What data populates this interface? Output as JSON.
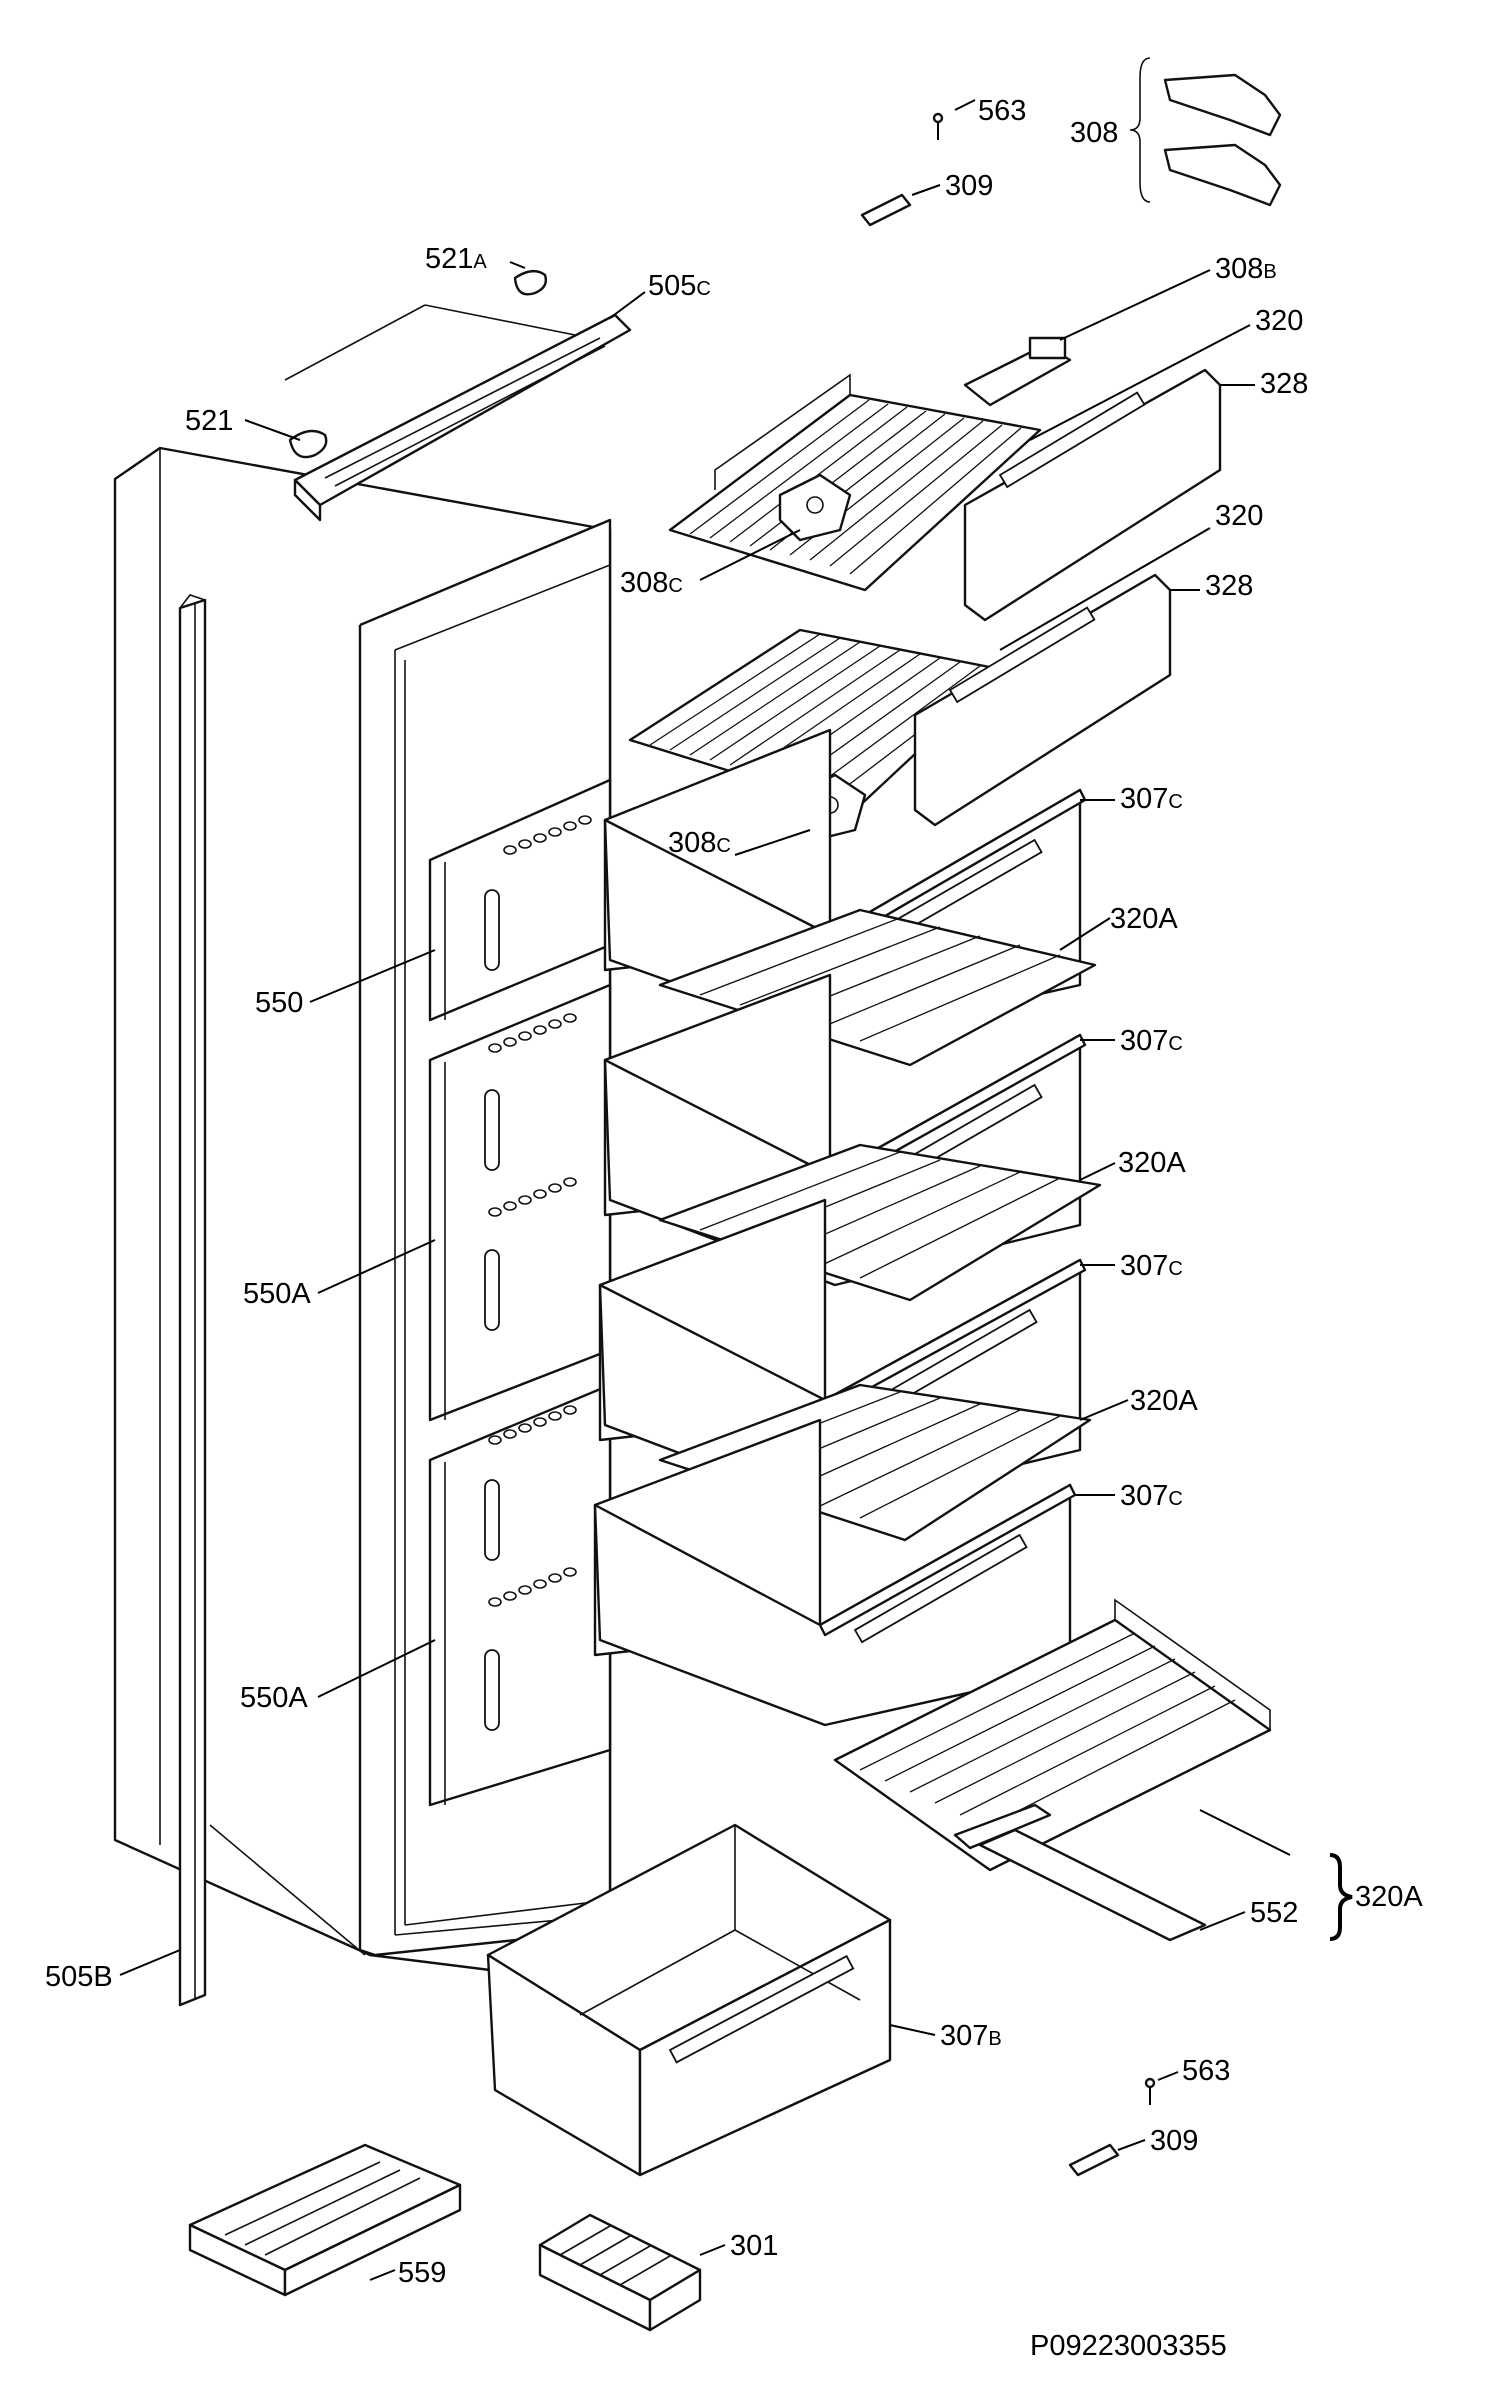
{
  "drawing_number": "P09223003355",
  "labels": [
    {
      "id": "563-top",
      "main": "563",
      "sub": ""
    },
    {
      "id": "308-top",
      "main": "308",
      "sub": ""
    },
    {
      "id": "309-top",
      "main": "309",
      "sub": ""
    },
    {
      "id": "521A",
      "main": "521",
      "sub": "A"
    },
    {
      "id": "505C",
      "main": "505",
      "sub": "C"
    },
    {
      "id": "308B",
      "main": "308",
      "sub": "B"
    },
    {
      "id": "320-a",
      "main": "320",
      "sub": ""
    },
    {
      "id": "521",
      "main": "521",
      "sub": ""
    },
    {
      "id": "328-a",
      "main": "328",
      "sub": ""
    },
    {
      "id": "320-b",
      "main": "320",
      "sub": ""
    },
    {
      "id": "308C-a",
      "main": "308",
      "sub": "C"
    },
    {
      "id": "328-b",
      "main": "328",
      "sub": ""
    },
    {
      "id": "308C-b",
      "main": "308",
      "sub": "C"
    },
    {
      "id": "307C-a",
      "main": "307",
      "sub": "C"
    },
    {
      "id": "320A-a",
      "main": "320A",
      "sub": ""
    },
    {
      "id": "550",
      "main": "550",
      "sub": ""
    },
    {
      "id": "307C-b",
      "main": "307",
      "sub": "C"
    },
    {
      "id": "320A-b",
      "main": "320A",
      "sub": ""
    },
    {
      "id": "550A-a",
      "main": "550A",
      "sub": ""
    },
    {
      "id": "307C-c",
      "main": "307",
      "sub": "C"
    },
    {
      "id": "320A-c",
      "main": "320A",
      "sub": ""
    },
    {
      "id": "307C-d",
      "main": "307",
      "sub": "C"
    },
    {
      "id": "550A-b",
      "main": "550A",
      "sub": ""
    },
    {
      "id": "552",
      "main": "552",
      "sub": ""
    },
    {
      "id": "320A-d",
      "main": "320A",
      "sub": ""
    },
    {
      "id": "505B",
      "main": "505B",
      "sub": ""
    },
    {
      "id": "307B",
      "main": "307",
      "sub": "B"
    },
    {
      "id": "563-bottom",
      "main": "563",
      "sub": ""
    },
    {
      "id": "309-bottom",
      "main": "309",
      "sub": ""
    },
    {
      "id": "559",
      "main": "559",
      "sub": ""
    },
    {
      "id": "301",
      "main": "301",
      "sub": ""
    }
  ]
}
